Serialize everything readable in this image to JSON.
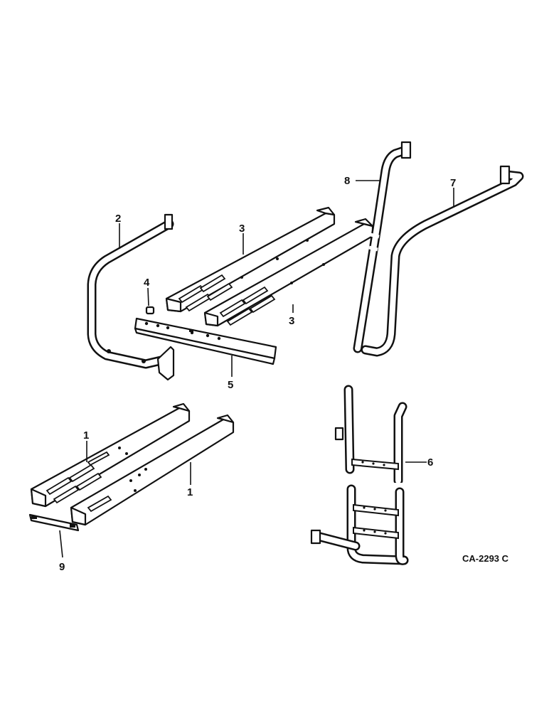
{
  "diagram": {
    "figure_code": "CA-2293 C",
    "callouts": {
      "c1a": "1",
      "c1b": "1",
      "c2": "2",
      "c3a": "3",
      "c3b": "3",
      "c4": "4",
      "c5": "5",
      "c6": "6",
      "c7": "7",
      "c8": "8",
      "c9": "9"
    }
  }
}
